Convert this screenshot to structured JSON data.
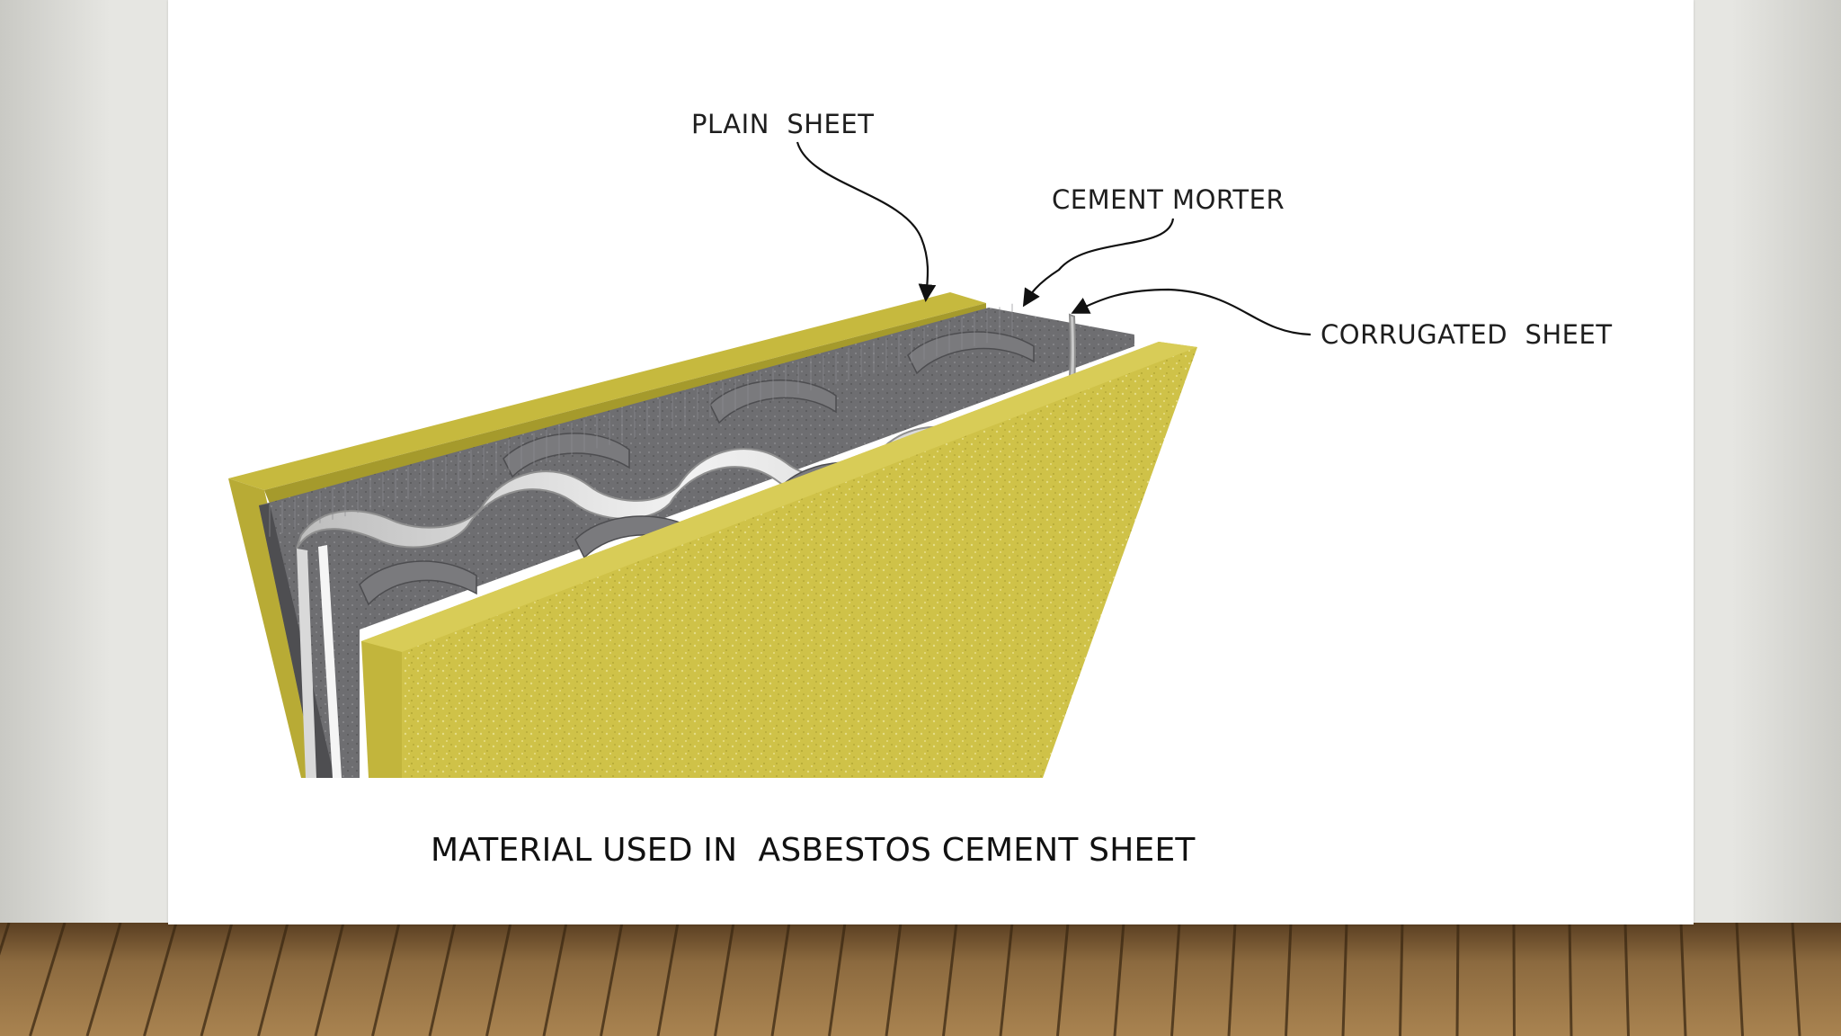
{
  "labels": {
    "plain_sheet": "PLAIN  SHEET",
    "cement_morter": "CEMENT MORTER",
    "corrugated_sheet": "CORRUGATED  SHEET"
  },
  "caption": "MATERIAL USED IN  ASBESTOS CEMENT SHEET",
  "colors": {
    "plain_sheet_face": "#cfc248",
    "plain_sheet_edge": "#bfb23a",
    "cement_mortar": "#6f6f72",
    "corrugated_sheet": "#e4e4e4",
    "floor_wood": "#8b6a3e",
    "slide_background": "#ffffff"
  }
}
